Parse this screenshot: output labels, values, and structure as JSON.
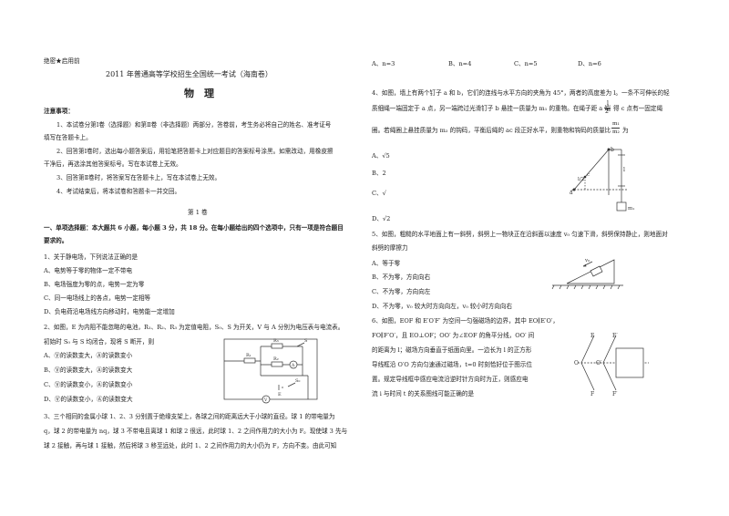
{
  "left": {
    "secret": "绝密★启用前",
    "exam_title": "2011 年普通高等学校招生全国统一考试（海南卷）",
    "subject": "物　理",
    "notes_heading": "注意事项：",
    "notes": [
      "1、本试卷分第Ⅰ卷（选择题）和第Ⅱ卷（非选择题）两部分，答卷前，考生务必将自己的姓名、准考证号",
      "填写在答题卡上。",
      "2、回答第Ⅰ卷时，选出每小题答案后，用铅笔把答题卡上对应题目的答案标号涂黑。如需改动，用橡皮擦",
      "干净后，再选涂其他答案标号。写在本试卷上无效。",
      "3、回答第Ⅱ卷时，将答案写在答题卡上，写在本试卷上无效。",
      "4、考试结束后，将本试卷和答题卡一并交回。"
    ],
    "volume": "第 1 卷",
    "section_line1": "一、单项选择题：本大题共 6 小题，每小题 3 分，共 18 分。在每小题给出的四个选项中，只有一项是符合题目",
    "section_line2": "要求的。",
    "q1": {
      "stem": "1、关于静电场，下列说法正确的是",
      "options": [
        "A、电势等于零的物体一定不带电",
        "B、电场强度为零的点，电势一定为零",
        "C、同一电场线上的各点，电势一定相等",
        "D、负电荷沿电场线方向移动时，电势能一定增加"
      ]
    },
    "q2": {
      "stem1": "2、如图，E 为内阻不能忽略的电池，R₁、R₂、R₃ 为定值电阻，S₀、S 为开关，V 与 A 分别为电压表与电流表。",
      "stem2": "初始时 S₀ 与 S 均闭合，现将 S 断开，则",
      "options": [
        "A、Ⓥ的读数变大，Ⓐ的读数变小",
        "B、Ⓥ的读数变大，Ⓐ的读数变大",
        "C、Ⓥ的读数变小，Ⓐ的读数变小",
        "D、Ⓥ的读数变小，Ⓐ的读数变大"
      ],
      "labels": {
        "r3": "R₃",
        "r2": "R₂",
        "r1": "R₁",
        "s": "S",
        "a": "A",
        "v": "V",
        "e": "E",
        "s0": "S₀"
      }
    },
    "q3": {
      "lines": [
        "3、三个相同的金属小球 1、2、3 分别置于绝缘支架上，各球之间的距离远大于小球的直径。球 1 的带电量为",
        "q，球 2 的带电量为 nq，球 3 不带电且离球 1 和球 2 很远，此时球 1、2 之间作用力的大小为 F。现使球 3 先与",
        "球 2 接触，再与球 1 接触，然后将球 3 移至远处，此时 1、2 之间作用力的大小仍为 F，方向不变。由此可知"
      ]
    }
  },
  "right": {
    "q3_options": [
      "A、n=3",
      "B、n=4",
      "C、n=5",
      "D、n=6"
    ],
    "q4": {
      "lines": [
        "4、如图，墙上有两个钉子 a 和 b，它们的连线与水平方向的夹角为 45°，两者的高度差为 l。一条不可伸长的轻",
        "质细绳一端固定于 a 点，另一端跨过光滑钉子 b 悬挂一质量为 m₁ 的重物。在绳子距 a 端",
        "得 c 点有一固定绳",
        "圈。若绳圈上悬挂质量为 m₂ 的钩码，平衡后绳的 ac 段正好水平，则重物和钩码的质量比",
        "为"
      ],
      "frac_l": "l",
      "frac_2": "2",
      "frac_m1": "m₁",
      "frac_m2": "m₂",
      "options": [
        "A、√5",
        "B、2",
        "C、√",
        "D、√2"
      ],
      "labels": {
        "b": "b",
        "l2": "l/2",
        "c": "c",
        "l": "l",
        "a": "a",
        "m1": "m₁"
      }
    },
    "q5": {
      "lines": [
        "5、如图，粗糙的水平地面上有一斜劈，斜劈上一物块正在沿斜面以速度 v₀ 匀速下滑，斜劈保持静止，则地面对",
        "斜劈的摩擦力"
      ],
      "options": [
        "A、等于零",
        "B、不为零，方向向右",
        "C、不为零，方向向左",
        "D、不为零，v₀ 较大时方向向左，v₀ 较小时方向向右"
      ],
      "label_v0": "v₀"
    },
    "q6": {
      "lines": [
        "6、如图，EOF 和 E′O′F′ 为空间一匀强磁场的边界，其中 EO∥E′O′，",
        "FO∥F′O′，且 EO⊥OF；OO′ 为∠EOF 的角平分线，OO′ 间",
        "的距离为 l；磁场方向垂直于纸面向里。一边长为 l 的正方形",
        "导线框沿 O′O 方向匀速通过磁场，t=0 时刻恰好位于图示位",
        "置。规定导线框中感应电流沿逆时针方向时为正，则感应电",
        "流 i 与时间 t 的关系图线可能正确的是"
      ],
      "labels": {
        "e": "E",
        "e2": "E′",
        "o": "O",
        "o2": "O′",
        "f": "F",
        "f2": "F′"
      }
    }
  }
}
